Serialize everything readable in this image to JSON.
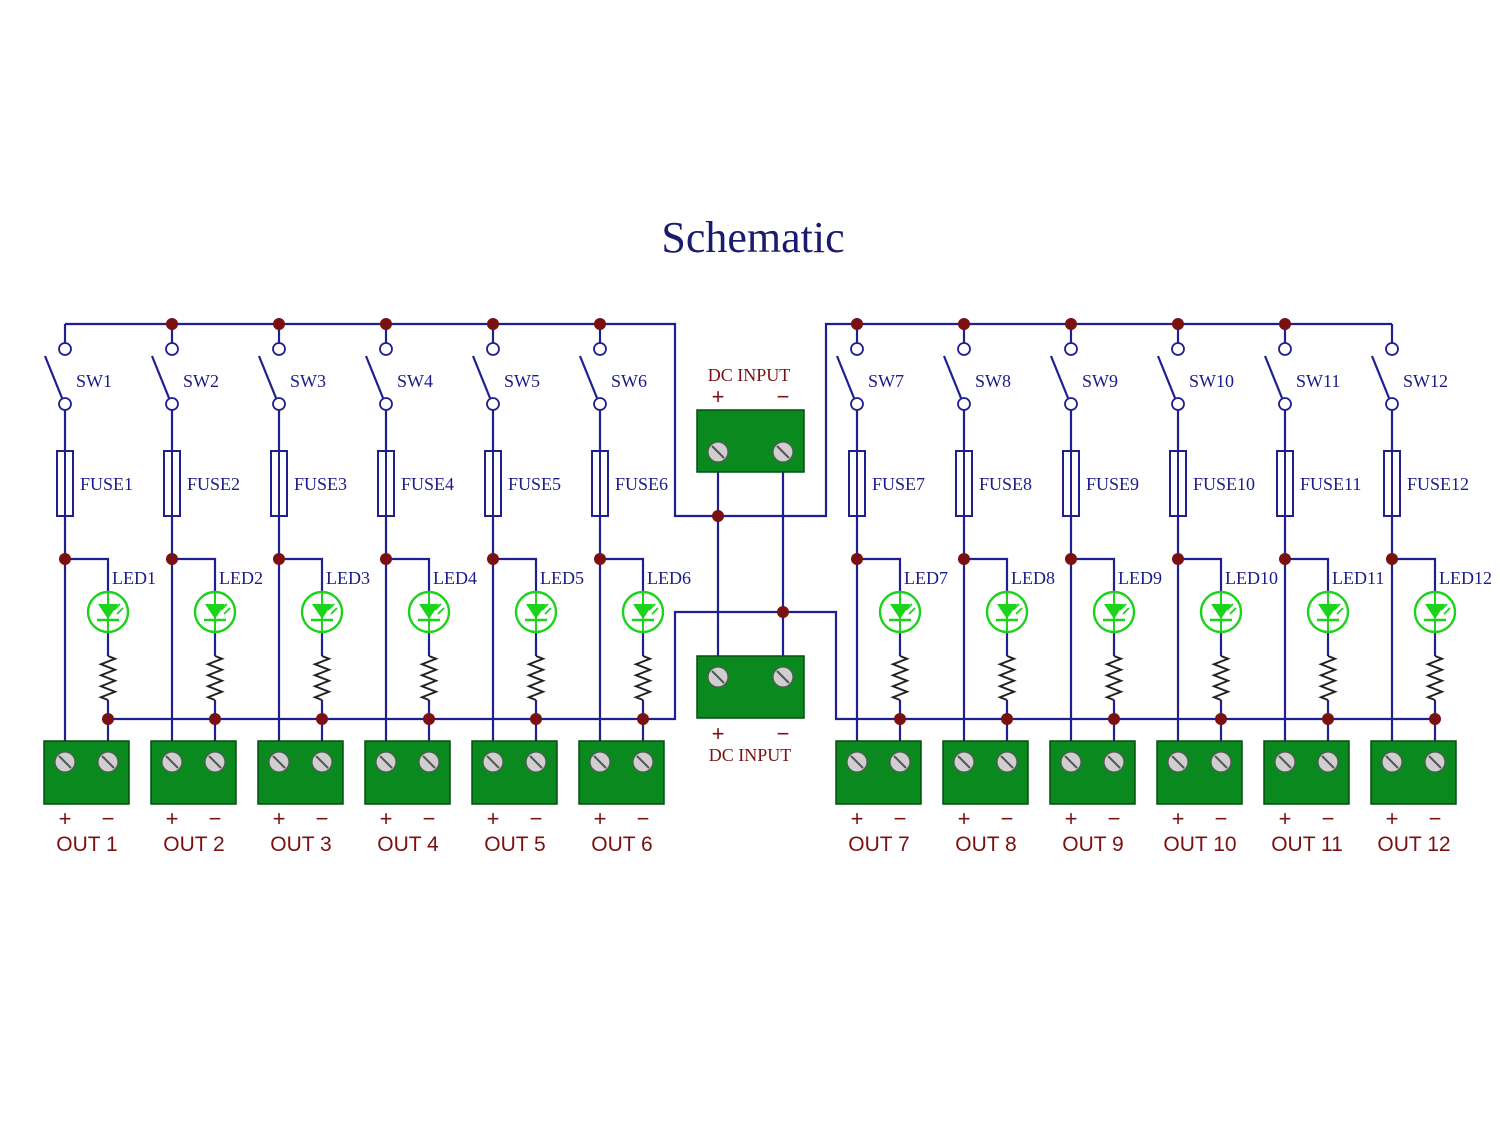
{
  "title": "Schematic",
  "colors": {
    "wire": "#1f1f8f",
    "junction": "#7a1010",
    "terminal_block": "#0a8a1e",
    "led": "#1bd31b",
    "text": "#1a1a8a",
    "label_red": "#7a1010"
  },
  "dc_input": {
    "top_label": "DC INPUT",
    "bottom_label": "DC INPUT",
    "plus": "+",
    "minus": "−"
  },
  "channels": [
    {
      "sw": "SW1",
      "fuse": "FUSE1",
      "led": "LED1",
      "out": "OUT 1"
    },
    {
      "sw": "SW2",
      "fuse": "FUSE2",
      "led": "LED2",
      "out": "OUT 2"
    },
    {
      "sw": "SW3",
      "fuse": "FUSE3",
      "led": "LED3",
      "out": "OUT 3"
    },
    {
      "sw": "SW4",
      "fuse": "FUSE4",
      "led": "LED4",
      "out": "OUT 4"
    },
    {
      "sw": "SW5",
      "fuse": "FUSE5",
      "led": "LED5",
      "out": "OUT 5"
    },
    {
      "sw": "SW6",
      "fuse": "FUSE6",
      "led": "LED6",
      "out": "OUT 6"
    },
    {
      "sw": "SW7",
      "fuse": "FUSE7",
      "led": "LED7",
      "out": "OUT 7"
    },
    {
      "sw": "SW8",
      "fuse": "FUSE8",
      "led": "LED8",
      "out": "OUT 8"
    },
    {
      "sw": "SW9",
      "fuse": "FUSE9",
      "led": "LED9",
      "out": "OUT 9"
    },
    {
      "sw": "SW10",
      "fuse": "FUSE10",
      "led": "LED10",
      "out": "OUT 10"
    },
    {
      "sw": "SW11",
      "fuse": "FUSE11",
      "led": "LED11",
      "out": "OUT 11"
    },
    {
      "sw": "SW12",
      "fuse": "FUSE12",
      "led": "LED12",
      "out": "OUT 12"
    }
  ],
  "polarity": {
    "plus": "+",
    "minus": "−"
  }
}
